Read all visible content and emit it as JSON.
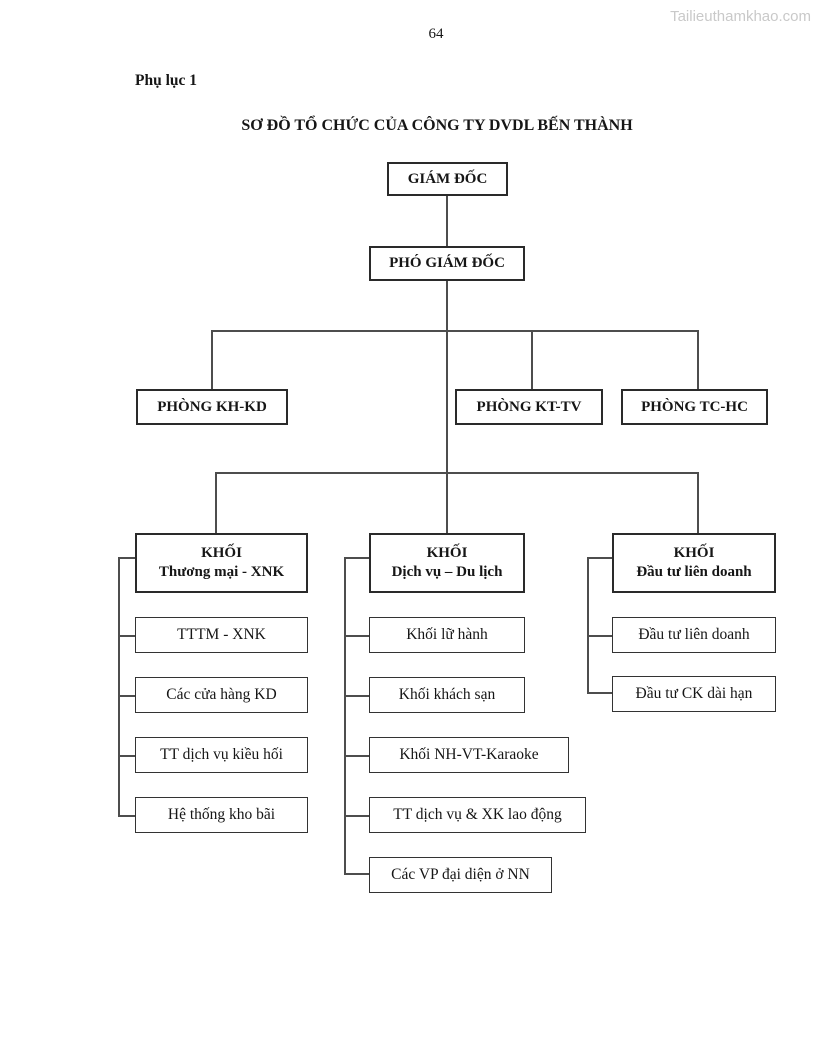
{
  "doc": {
    "watermark": "Tailieuthamkhao.com",
    "page_number": "64",
    "appendix": "Phụ lục 1",
    "title": "SƠ ĐỒ TỔ CHỨC CỦA CÔNG TY DVDL BẾN THÀNH"
  },
  "org": {
    "director": "GIÁM ĐỐC",
    "deputy": "PHÓ GIÁM ĐỐC",
    "departments": [
      "PHÒNG KH-KD",
      "PHÒNG KT-TV",
      "PHÒNG TC-HC"
    ],
    "groups": [
      {
        "title": "KHỐI",
        "subtitle": "Thương mại - XNK",
        "items": [
          "TTTM - XNK",
          "Các cửa hàng KD",
          "TT dịch vụ kiều hối",
          "Hệ thống kho bãi"
        ]
      },
      {
        "title": "KHỐI",
        "subtitle": "Dịch vụ – Du lịch",
        "items": [
          "Khối lữ hành",
          "Khối khách sạn",
          "Khối NH-VT-Karaoke",
          "TT dịch vụ & XK lao động",
          "Các VP đại diện ở NN"
        ]
      },
      {
        "title": "KHỐI",
        "subtitle": "Đầu tư liên doanh",
        "items": [
          "Đầu tư liên doanh",
          "Đầu tư CK dài hạn"
        ]
      }
    ]
  },
  "colors": {
    "background": "#ffffff",
    "text": "#161616",
    "border": "#2a2a2a",
    "line": "#4d4d4d",
    "watermark": "#c9c9c9"
  }
}
